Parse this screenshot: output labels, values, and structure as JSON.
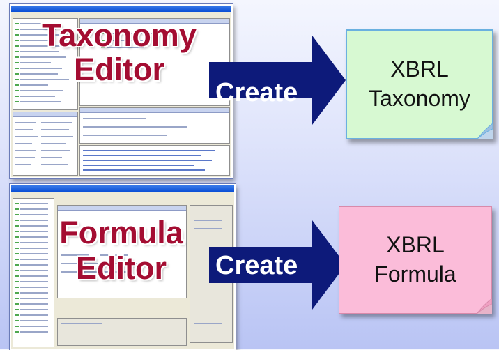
{
  "rows": [
    {
      "editor_line1": "Taxonomy",
      "editor_line2": "Editor",
      "action": "Create",
      "output_line1": "XBRL",
      "output_line2": "Taxonomy",
      "output_color": "#d7f9d2",
      "output_border": "#6ab0e0"
    },
    {
      "editor_line1": "Formula",
      "editor_line2": "Editor",
      "action": "Create",
      "output_line1": "XBRL",
      "output_line2": "Formula",
      "output_color": "#fbbcd9",
      "output_border": "#d98aab"
    }
  ],
  "arrow_color": "#0d1a7a",
  "label_color": "#a40d32"
}
